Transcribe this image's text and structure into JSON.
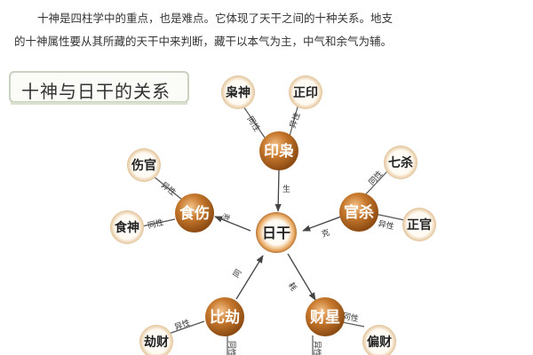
{
  "intro": {
    "line1": "十神是四柱学中的重点，也是难点。它体现了天干之间的十种关系。地支",
    "line2": "的十神属性要从其所藏的天干中来判断，藏干以本气为主，中气和余气为辅。"
  },
  "section_title": "十神与日干的关系",
  "diagram": {
    "center": "日干",
    "groups": {
      "yinxiao": "印枭",
      "shishang": "食伤",
      "guansha": "官杀",
      "bijie": "比劫",
      "caixing": "财星"
    },
    "members": {
      "xiaoshen": "枭神",
      "zhengyin": "正印",
      "shangguan": "伤官",
      "shishen": "食神",
      "qisha": "七杀",
      "zhengguan": "正官",
      "jiecai": "劫财",
      "piancai": "偏财"
    },
    "relations": {
      "sheng": "生",
      "xie": "泄",
      "ke": "克",
      "tong": "同",
      "hao": "耗"
    },
    "polarity": {
      "same": "同性",
      "different": "异性"
    }
  },
  "colors": {
    "node_dark": "#8c4a12",
    "node_mid": "#c87a2e",
    "node_light": "#f4c38c",
    "satellite_dark": "#c79a67",
    "satellite_light": "#fffaf1",
    "line": "#444444"
  }
}
